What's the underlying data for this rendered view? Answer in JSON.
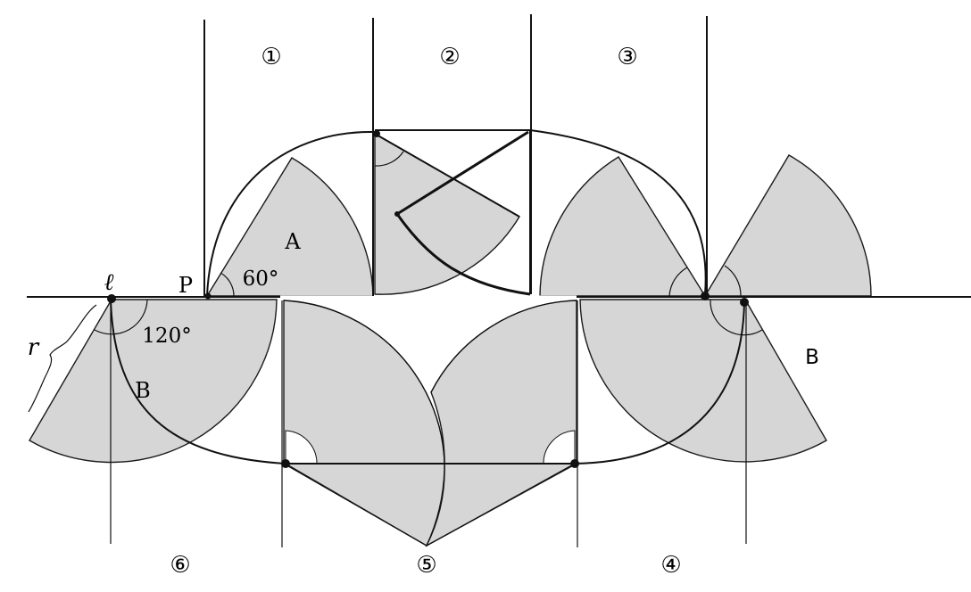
{
  "regions": {
    "r1": "①",
    "r2": "②",
    "r3": "③",
    "r4": "④",
    "r5": "⑤",
    "r6": "⑥"
  },
  "labels": {
    "line": "ℓ",
    "point": "P",
    "angle_top": "60°",
    "angle_bottom": "120°",
    "sector_a": "A",
    "sector_b_left": "B",
    "sector_b_right": "B",
    "radius": "r"
  },
  "colors": {
    "sector_fill": "#d6d6d7",
    "line": "#111111"
  }
}
